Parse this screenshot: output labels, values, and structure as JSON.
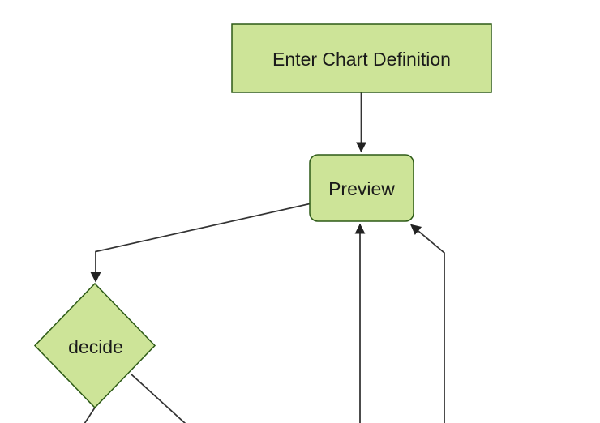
{
  "page": {
    "background": "#ffffff"
  },
  "diagram": {
    "type": "flowchart",
    "direction": "top-down",
    "colors": {
      "node_fill": "#cde498",
      "node_border": "#2d5a16",
      "edge": "#333333",
      "arrowhead": "#222222",
      "label": "#1a1a1a"
    },
    "nodes": [
      {
        "id": "enter-chart-definition",
        "label": "Enter Chart Definition",
        "shape": "rectangle"
      },
      {
        "id": "preview",
        "label": "Preview",
        "shape": "rounded-rectangle"
      },
      {
        "id": "decide",
        "label": "decide",
        "shape": "diamond"
      }
    ],
    "edges": [
      {
        "from": "enter-chart-definition",
        "to": "preview",
        "arrow": true
      },
      {
        "from": "preview",
        "to": "decide",
        "arrow": true
      },
      {
        "from": "offscreen-bottom-center",
        "to": "preview",
        "arrow": true
      },
      {
        "from": "offscreen-bottom-right",
        "to": "preview",
        "arrow": true
      },
      {
        "from": "decide",
        "to": "offscreen-bottom-left",
        "arrow": false
      },
      {
        "from": "decide",
        "to": "offscreen-bottom-right",
        "arrow": false
      }
    ]
  }
}
